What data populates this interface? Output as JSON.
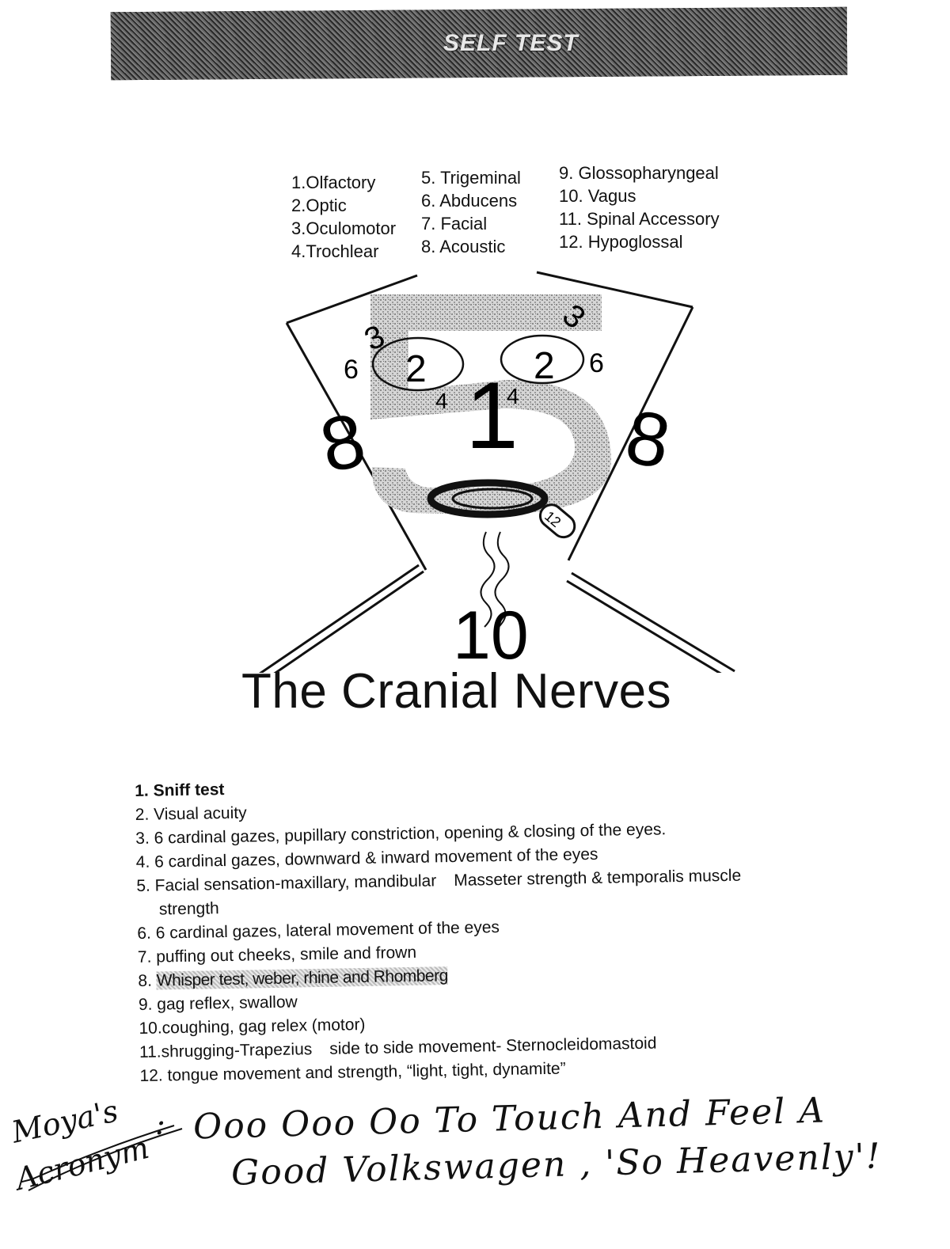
{
  "header": {
    "title": "SELF TEST"
  },
  "nerves": {
    "col1": [
      "1.Olfactory",
      "2.Optic",
      "3.Oculomotor",
      "4.Trochlear"
    ],
    "col2": [
      "5. Trigeminal",
      "6. Abducens",
      "7. Facial",
      "8. Acoustic"
    ],
    "col3": [
      "9. Glossopharyngeal",
      "10. Vagus",
      "11. Spinal Accessory",
      "12. Hypoglossal"
    ]
  },
  "diagram": {
    "labels": {
      "big5": "5",
      "one": "1",
      "two": "2",
      "three": "3",
      "four": "4",
      "six": "6",
      "eight": "8",
      "ten": "10",
      "twelve": "12"
    }
  },
  "title": "The Cranial Nerves",
  "tests": {
    "t1": "1. Sniff test",
    "t2": "2. Visual acuity",
    "t3": "3. 6 cardinal gazes, pupillary constriction, opening & closing of the eyes.",
    "t4": "4. 6 cardinal gazes, downward & inward movement of the eyes",
    "t5a": "5. Facial sensation-maxillary, mandibular",
    "t5b": "Masseter strength & temporalis muscle",
    "t5c": "strength",
    "t6": "6. 6 cardinal gazes, lateral movement of the eyes",
    "t7": "7. puffing out cheeks, smile and frown",
    "t8num": "8.",
    "t8": "Whisper test, weber, rhine and Rhomberg",
    "t9": "9. gag reflex, swallow",
    "t10": "10.coughing, gag relex (motor)",
    "t11a": "11.shrugging-Trapezius",
    "t11b": "side to side movement- Sternocleidomastoid",
    "t12": "12. tongue movement and strength, “light, tight, dynamite”"
  },
  "handwriting": {
    "label1": "Moya's",
    "label2": "Acronym",
    "colon": ":",
    "line1": "Ooo Ooo Oo To Touch And Feel A",
    "line2": "Good Volkswagen , 'So Heavenly'!"
  }
}
